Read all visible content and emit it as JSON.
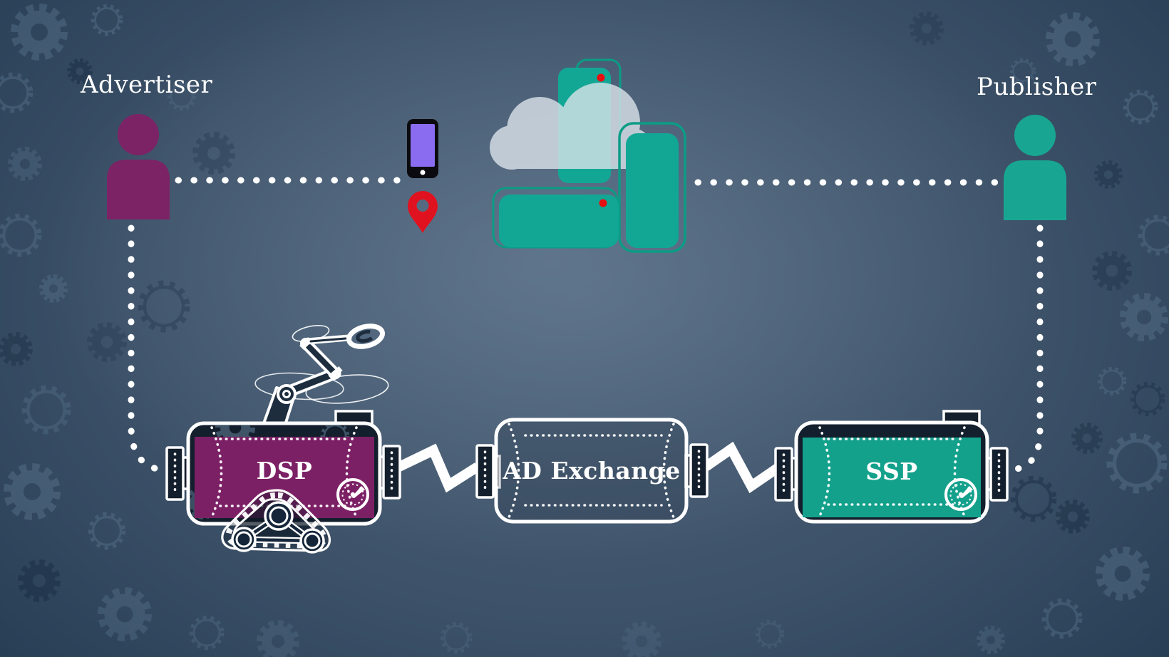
{
  "illustration": {
    "advertiser": {
      "label": "Advertiser",
      "color": "#7c2366"
    },
    "publisher": {
      "label": "Publisher",
      "color": "#18a692"
    },
    "machines": {
      "dsp": {
        "label": "DSP",
        "color": "#7c2065"
      },
      "ad_exchange": {
        "label": "AD Exchange"
      },
      "ssp": {
        "label": "SSP",
        "color": "#14a18c"
      }
    },
    "devices": {
      "color": "#12a795",
      "outline_color": "#0b9c86",
      "camera_dot_color": "#e80f10"
    },
    "phone": {
      "screen_color": "#8a6cf0"
    },
    "location_pin": {
      "color": "#e1121f"
    },
    "cloud_color": "#dbe3ea",
    "line_color": "#ffffff",
    "background_color": "#2c4158"
  },
  "icons": [
    {
      "name": "advertiser-person-icon"
    },
    {
      "name": "publisher-person-icon"
    },
    {
      "name": "smartphone-icon"
    },
    {
      "name": "location-pin-icon"
    },
    {
      "name": "cloud-icon"
    },
    {
      "name": "device-cluster-icon"
    },
    {
      "name": "robot-arm-icon"
    },
    {
      "name": "magnifier-effector-icon"
    },
    {
      "name": "tank-treads-icon"
    },
    {
      "name": "gauge-icon"
    },
    {
      "name": "zigzag-coupling-icon"
    },
    {
      "name": "gear-icon"
    }
  ]
}
